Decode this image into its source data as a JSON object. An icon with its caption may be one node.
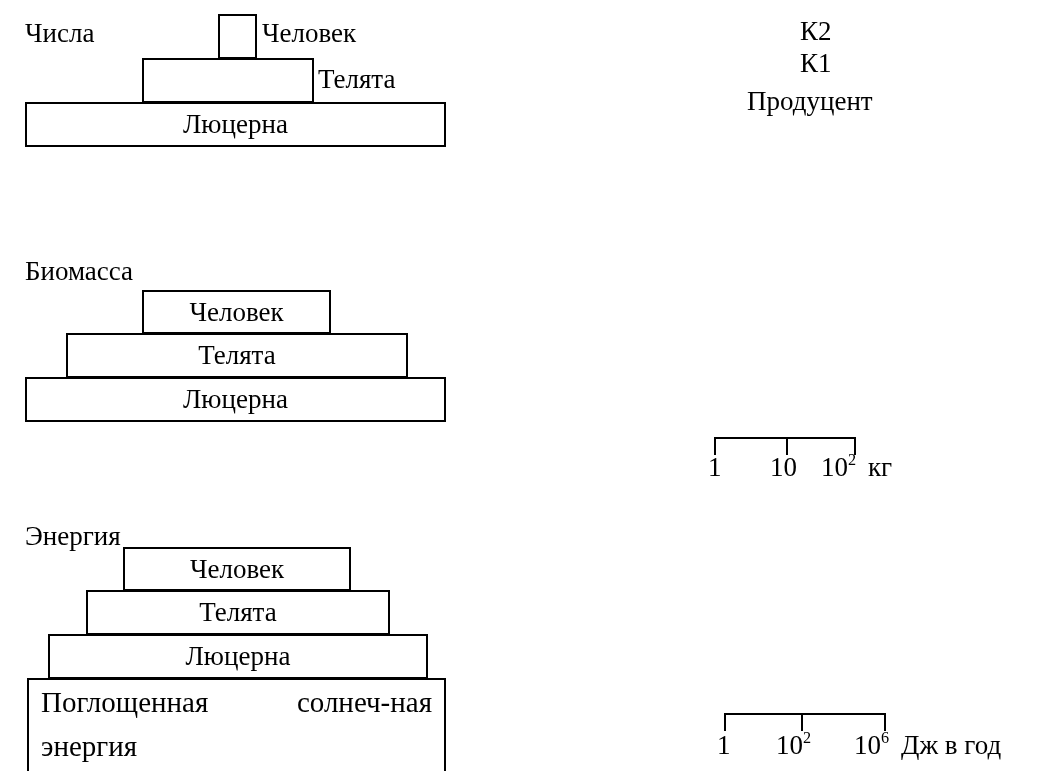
{
  "diagram": {
    "nodes": [
      {
        "text": [],
        "shape": "box",
        "beside": [
          "Человек"
        ]
      },
      {
        "text": [],
        "shape": "box",
        "beside": [
          "Телята"
        ]
      },
      {
        "text": [
          "Люцерна"
        ]
      },
      {
        "text": [
          "Человек"
        ]
      },
      {
        "text": [
          "Телята"
        ]
      },
      {
        "text": [
          "Люцерна"
        ]
      },
      {
        "text": [
          "Человек"
        ]
      },
      {
        "text": [
          "Телята"
        ]
      },
      {
        "text": [
          "Люцерна"
        ]
      },
      {
        "text": [
          "Поглощенная солнеч-ная энергия"
        ]
      }
    ],
    "labels": [
      "Числа",
      "К2",
      "К1",
      "Продуцент",
      "Биомасса",
      "1",
      "10",
      "10$^{2}$",
      "кг",
      "Энергия",
      "1",
      "10$^{2}$",
      "10$^{6}$",
      "Дж в год"
    ]
  }
}
